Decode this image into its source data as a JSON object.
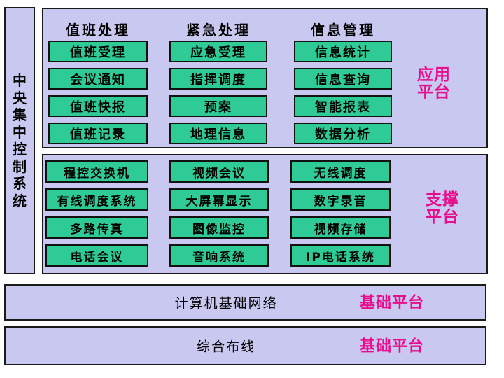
{
  "colors": {
    "panel_background": "#c9c8f0",
    "module_green": "#2ecb96",
    "label_magenta": "#e80d8c",
    "border_black": "#1a1a1a"
  },
  "left_bar": {
    "title": "中央集中控制系统",
    "chars": [
      "中",
      "央",
      "集",
      "中",
      "控",
      "制",
      "系",
      "统"
    ]
  },
  "app_platform": {
    "label_line1": "应用",
    "label_line2": "平台",
    "columns": [
      {
        "header": "值班处理",
        "items": [
          "值班受理",
          "会议通知",
          "值班快报",
          "值班记录"
        ]
      },
      {
        "header": "紧急处理",
        "items": [
          "应急受理",
          "指挥调度",
          "预案",
          "地理信息"
        ]
      },
      {
        "header": "信息管理",
        "items": [
          "信息统计",
          "信息查询",
          "智能报表",
          "数据分析"
        ]
      }
    ]
  },
  "support_platform": {
    "label_line1": "支撑",
    "label_line2": "平台",
    "columns": [
      {
        "items": [
          "程控交换机",
          "有线调度系统",
          "多路传真",
          "电话会议"
        ]
      },
      {
        "items": [
          "视频会议",
          "大屏幕显示",
          "图像监控",
          "音响系统"
        ]
      },
      {
        "items": [
          "无线调度",
          "数字录音",
          "视频存储",
          "IP电话系统"
        ]
      }
    ]
  },
  "base_platforms": [
    {
      "title": "计算机基础网络",
      "label": "基础平台"
    },
    {
      "title": "综合布线",
      "label": "基础平台"
    }
  ]
}
